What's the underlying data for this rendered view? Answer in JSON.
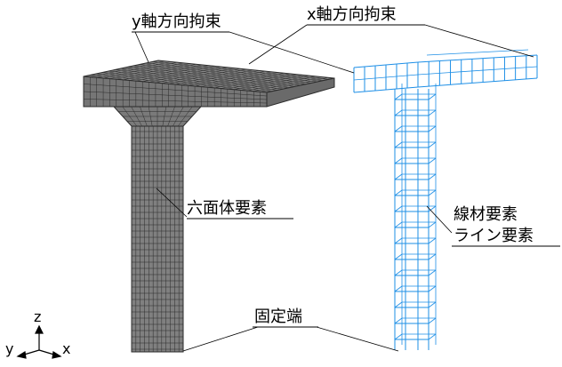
{
  "labels": {
    "y_constraint": "y軸方向拘束",
    "x_constraint": "x軸方向拘束",
    "hexahedral": "六面体要素",
    "line_element_1": "線材要素",
    "line_element_2": "ライン要素",
    "fixed_end": "固定端"
  },
  "axes": {
    "z": "z",
    "y": "y",
    "x": "x"
  },
  "colors": {
    "solid_fill": "#7d7d7d",
    "solid_line": "#2b2b2b",
    "wire": "#1e8fe6",
    "text": "#000000"
  }
}
